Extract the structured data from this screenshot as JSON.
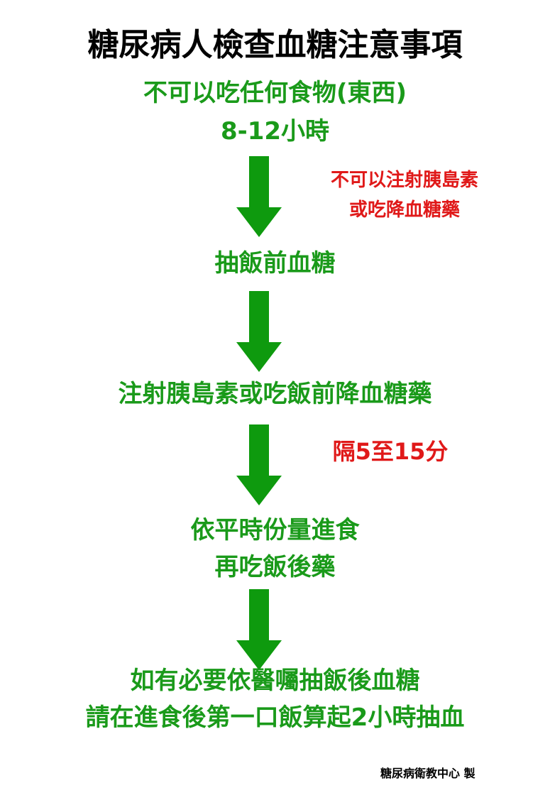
{
  "title": "糖尿病人檢查血糖注意事項",
  "steps": [
    {
      "line1": "不可以吃任何食物(東西)",
      "line2": "8-12小時"
    },
    {
      "line1": "抽飯前血糖"
    },
    {
      "line1": "注射胰島素或吃飯前降血糖藥"
    },
    {
      "line1": "依平時份量進食",
      "line2": "再吃飯後藥"
    },
    {
      "line1": "如有必要依醫囑抽飯後血糖",
      "line2": "請在進食後第一口飯算起2小時抽血"
    }
  ],
  "notes": [
    {
      "line1": "不可以注射胰島素",
      "line2": "或吃降血糖藥"
    },
    {
      "line1": "隔5至15分"
    }
  ],
  "footer": "糖尿病衛教中心 製",
  "colors": {
    "step_text": "#1a9a1a",
    "arrow": "#0e9a0e",
    "note_text": "#e01919",
    "title_text": "#000000"
  }
}
